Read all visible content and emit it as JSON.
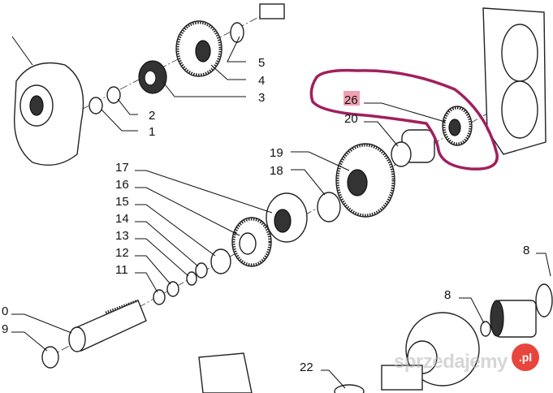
{
  "diagram": {
    "callouts": [
      "5",
      "4",
      "3",
      "2",
      "1",
      "26",
      "20",
      "19",
      "18",
      "17",
      "16",
      "15",
      "14",
      "13",
      "12",
      "11",
      "0",
      "9",
      "22",
      "8",
      "8"
    ],
    "highlighted_callout": "26",
    "highlight_color": "#f0a0b0",
    "annotation_color": "#a0205f"
  },
  "watermark": {
    "text": "sprzedajemy",
    "suffix": ".pl",
    "badge_color": "#e8463c"
  }
}
